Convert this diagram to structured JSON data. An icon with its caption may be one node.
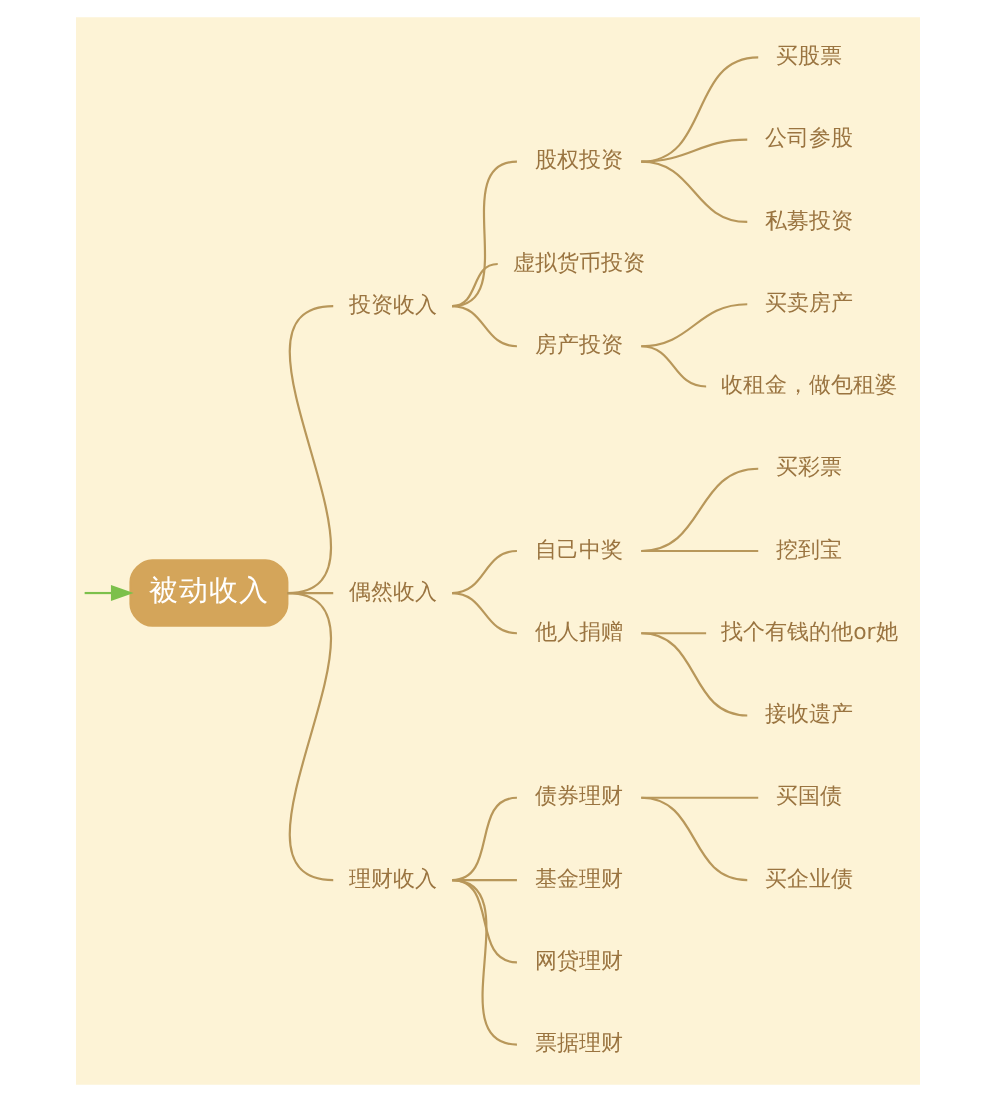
{
  "diagram": {
    "nodes": [
      {
        "text": [
          "被动收入"
        ]
      },
      {
        "text": [
          "投资收入"
        ]
      },
      {
        "text": [
          "股权投资"
        ]
      },
      {
        "text": [
          "买股票"
        ]
      },
      {
        "text": [
          "公司参股"
        ]
      },
      {
        "text": [
          "私募投资"
        ]
      },
      {
        "text": [
          "虚拟货币投资"
        ]
      },
      {
        "text": [
          "房产投资"
        ]
      },
      {
        "text": [
          "买卖房产"
        ]
      },
      {
        "text": [
          "收租金，做包租婆"
        ]
      },
      {
        "text": [
          "偶然收入"
        ]
      },
      {
        "text": [
          "自己中奖"
        ]
      },
      {
        "text": [
          "买彩票"
        ]
      },
      {
        "text": [
          "挖到宝"
        ]
      },
      {
        "text": [
          "他人捐赠"
        ]
      },
      {
        "text": [
          "找个有钱的他or她"
        ]
      },
      {
        "text": [
          "接收遗产"
        ]
      },
      {
        "text": [
          "理财收入"
        ]
      },
      {
        "text": [
          "债券理财"
        ]
      },
      {
        "text": [
          "买国债"
        ]
      },
      {
        "text": [
          "买企业债"
        ]
      },
      {
        "text": [
          "基金理财"
        ]
      },
      {
        "text": [
          "网贷理财"
        ]
      },
      {
        "text": [
          "票据理财"
        ]
      }
    ],
    "edges": [
      {
        "from": null,
        "to": 0,
        "arrow": "to",
        "color": "#7cc04b"
      },
      {
        "from": 0,
        "to": 1,
        "arrow": "none"
      },
      {
        "from": 1,
        "to": 2,
        "arrow": "none"
      },
      {
        "from": 2,
        "to": 3,
        "arrow": "none"
      },
      {
        "from": 2,
        "to": 4,
        "arrow": "none"
      },
      {
        "from": 2,
        "to": 5,
        "arrow": "none"
      },
      {
        "from": 1,
        "to": 6,
        "arrow": "none"
      },
      {
        "from": 1,
        "to": 7,
        "arrow": "none"
      },
      {
        "from": 7,
        "to": 8,
        "arrow": "none"
      },
      {
        "from": 7,
        "to": 9,
        "arrow": "none"
      },
      {
        "from": 0,
        "to": 10,
        "arrow": "none"
      },
      {
        "from": 10,
        "to": 11,
        "arrow": "none"
      },
      {
        "from": 11,
        "to": 12,
        "arrow": "none"
      },
      {
        "from": 11,
        "to": 13,
        "arrow": "none"
      },
      {
        "from": 10,
        "to": 14,
        "arrow": "none"
      },
      {
        "from": 14,
        "to": 15,
        "arrow": "none"
      },
      {
        "from": 14,
        "to": 16,
        "arrow": "none"
      },
      {
        "from": 0,
        "to": 17,
        "arrow": "none"
      },
      {
        "from": 17,
        "to": 18,
        "arrow": "none"
      },
      {
        "from": 18,
        "to": 19,
        "arrow": "none"
      },
      {
        "from": 18,
        "to": 20,
        "arrow": "none"
      },
      {
        "from": 17,
        "to": 21,
        "arrow": "none"
      },
      {
        "from": 17,
        "to": 22,
        "arrow": "none"
      },
      {
        "from": 17,
        "to": 23,
        "arrow": "none"
      }
    ]
  }
}
